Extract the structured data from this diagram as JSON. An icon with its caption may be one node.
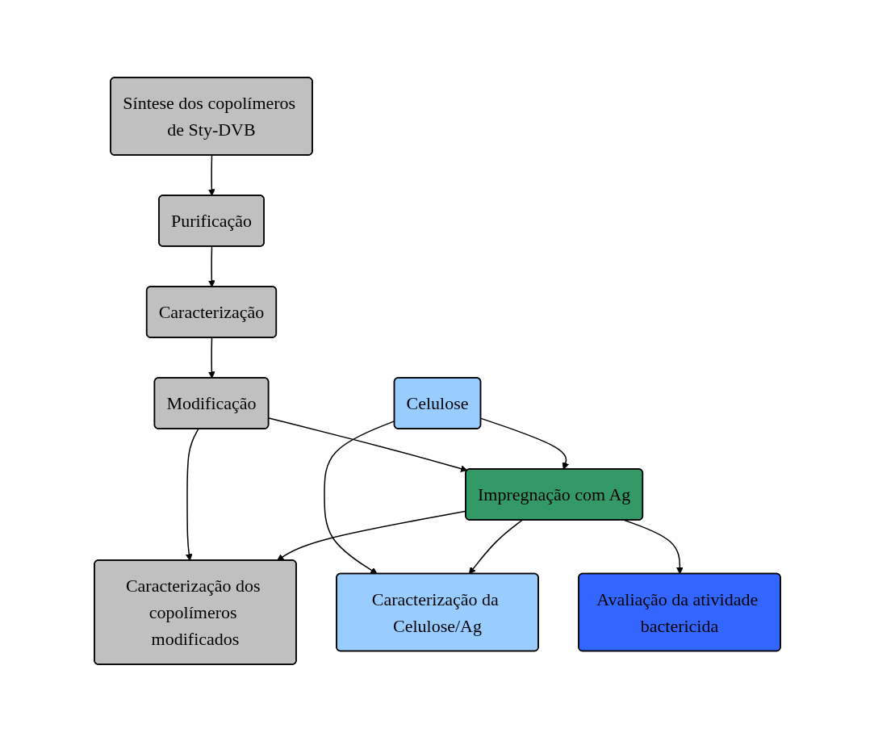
{
  "diagram": {
    "nodes": [
      {
        "text": [
          "Síntese dos copolímeros de Sty-DVB"
        ]
      },
      {
        "text": [
          "Celulose"
        ]
      },
      {
        "text": [
          "Purificação"
        ]
      },
      {
        "text": [
          "Caracterização"
        ]
      },
      {
        "text": [
          "Modificação"
        ]
      },
      {
        "text": [
          "Impregnação com Ag"
        ]
      },
      {
        "text": [
          "Caracterização da Celulose/Ag"
        ]
      },
      {
        "text": [
          "Caracterização dos copolímeros modificados"
        ]
      },
      {
        "text": [
          "Avaliação da atividade bactericida"
        ]
      }
    ],
    "edges": [
      {
        "from": 0,
        "to": 2,
        "arrow": "to"
      },
      {
        "from": 2,
        "to": 3,
        "arrow": "to"
      },
      {
        "from": 3,
        "to": 4,
        "arrow": "to"
      },
      {
        "from": 4,
        "to": 5,
        "arrow": "to"
      },
      {
        "from": 1,
        "to": 5,
        "arrow": "to"
      },
      {
        "from": 1,
        "to": 6,
        "arrow": "to"
      },
      {
        "from": 4,
        "to": 7,
        "arrow": "to"
      },
      {
        "from": 5,
        "to": 7,
        "arrow": "to"
      },
      {
        "from": 5,
        "to": 6,
        "arrow": "to"
      },
      {
        "from": 5,
        "to": 8,
        "arrow": "to"
      }
    ]
  }
}
